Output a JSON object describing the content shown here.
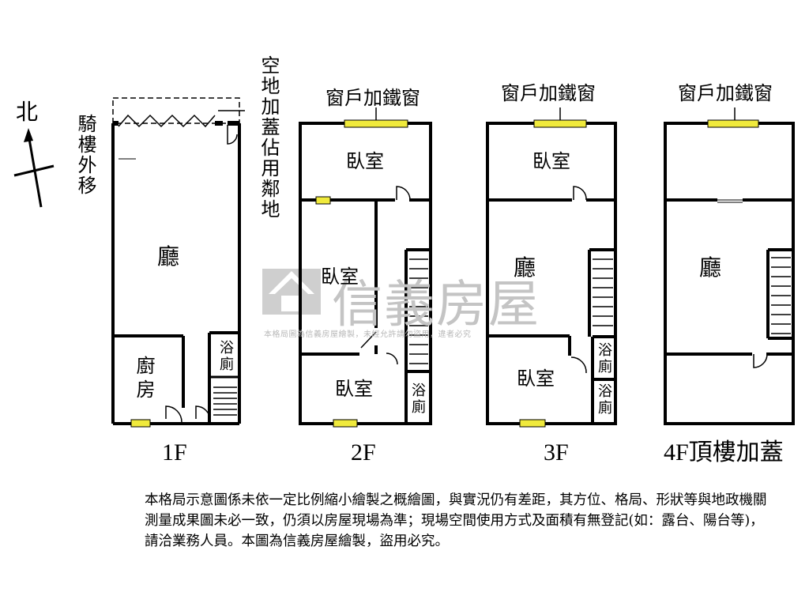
{
  "compass": {
    "north_label": "北"
  },
  "watermark": {
    "brand": "信義房屋",
    "notice": "本格局圖為信義房屋繪製，未經允許請勿盜用，違者必究"
  },
  "annotations": {
    "arcade": "騎樓外移",
    "vacant_land": "空地加蓋佔用鄰地",
    "window_2f": "窗戶加鐵窗",
    "window_3f": "窗戶加鐵窗",
    "window_4f": "窗戶加鐵窗"
  },
  "floors": {
    "f1": {
      "label": "1F",
      "rooms": {
        "hall": "廳",
        "kitchen": "廚房",
        "bath": "浴廁"
      }
    },
    "f2": {
      "label": "2F",
      "rooms": {
        "bedroom_top": "臥室",
        "bedroom_mid": "臥室",
        "bedroom_bottom": "臥室",
        "bath": "浴廁"
      }
    },
    "f3": {
      "label": "3F",
      "rooms": {
        "bedroom_top": "臥室",
        "hall": "廳",
        "bedroom_bottom": "臥室",
        "bath1": "浴廁",
        "bath2": "浴廁"
      }
    },
    "f4": {
      "label": "4F頂樓加蓋",
      "rooms": {
        "hall": "廳"
      }
    }
  },
  "disclaimer": "本格局示意圖係未依一定比例縮小繪製之概繪圖，與實況仍有差距，其方位、格局、形狀等與地政機關測量成果圖未必一致，仍須以房屋現場為準；現場空間使用方式及面積有無登記(如：露台、陽台等)，請洽業務人員。本圖為信義房屋繪製，盜用必究。"
}
